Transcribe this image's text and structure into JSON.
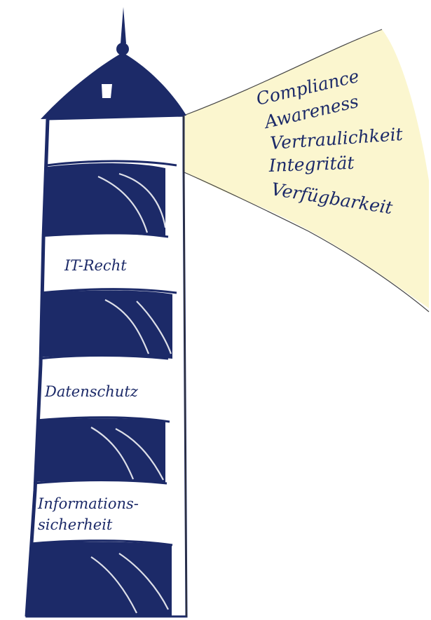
{
  "beam": {
    "items": [
      {
        "label": "Compliance"
      },
      {
        "label": "Awareness"
      },
      {
        "label": "Vertraulichkeit"
      },
      {
        "label": "Integrität"
      },
      {
        "label": "Verfügbarkeit"
      }
    ]
  },
  "tower": {
    "bands": [
      {
        "label": "IT-Recht"
      },
      {
        "label": "Datenschutz"
      },
      {
        "label": "Informations-"
      },
      {
        "label": "sicherheit"
      }
    ]
  },
  "colors": {
    "ink": "#1c2a68",
    "beam": "#fbf6cf",
    "background": "#ffffff"
  }
}
